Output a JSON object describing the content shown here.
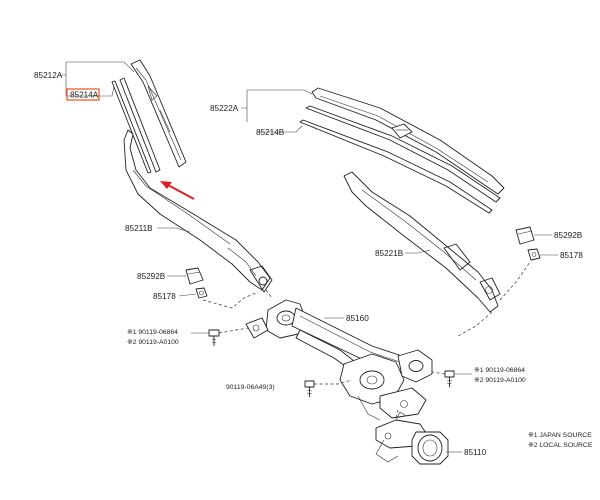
{
  "labels": {
    "p85212A": "85212A",
    "p85214A": "85214A",
    "p85222A": "85222A",
    "p85214B": "85214B",
    "p85211B": "85211B",
    "p85292B_left": "85292B",
    "p85178_left": "85178",
    "p85160": "85160",
    "p85221B": "85221B",
    "p85292B_right": "85292B",
    "p85178_right": "85178",
    "bolt_left_1": "※1 90119-06864",
    "bolt_left_2": "※2 90119-A0100",
    "bolt_mid": "90119-06A49(3)",
    "bolt_right_1": "※1 90119-06864",
    "bolt_right_2": "※2 90119-A0100",
    "p85110": "85110"
  },
  "notes": {
    "japan": "※1 JAPAN SOURCE",
    "local": "※2 LOCAL SOURCE"
  },
  "colors": {
    "highlight": "#e8531c",
    "arrow": "#e02020",
    "line": "#222222"
  }
}
